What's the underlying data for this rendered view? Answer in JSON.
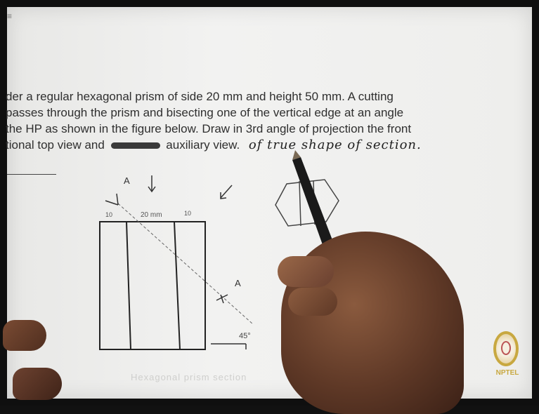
{
  "corner_mark": "≡",
  "problem": {
    "line1": "der a regular hexagonal prism of side 20 mm and height 50 mm. A cutting",
    "line2": "passes through the prism and bisecting one of the vertical edge at an angle",
    "line3": "the HP as shown in the figure below. Draw in 3rd angle of projection the front",
    "line4_a": "tional top view and",
    "line4_b": "auxiliary view.",
    "handwriting": "of true shape of section."
  },
  "figure": {
    "label_a_top": "A",
    "label_a_bottom": "A",
    "dim_left": "10",
    "dim_middle": "20 mm",
    "dim_right": "10",
    "angle": "45°"
  },
  "faint_text": "Hexagonal prism section",
  "logo": {
    "name": "nptel-logo",
    "text": "NPTEL",
    "color": "#c8a840"
  }
}
